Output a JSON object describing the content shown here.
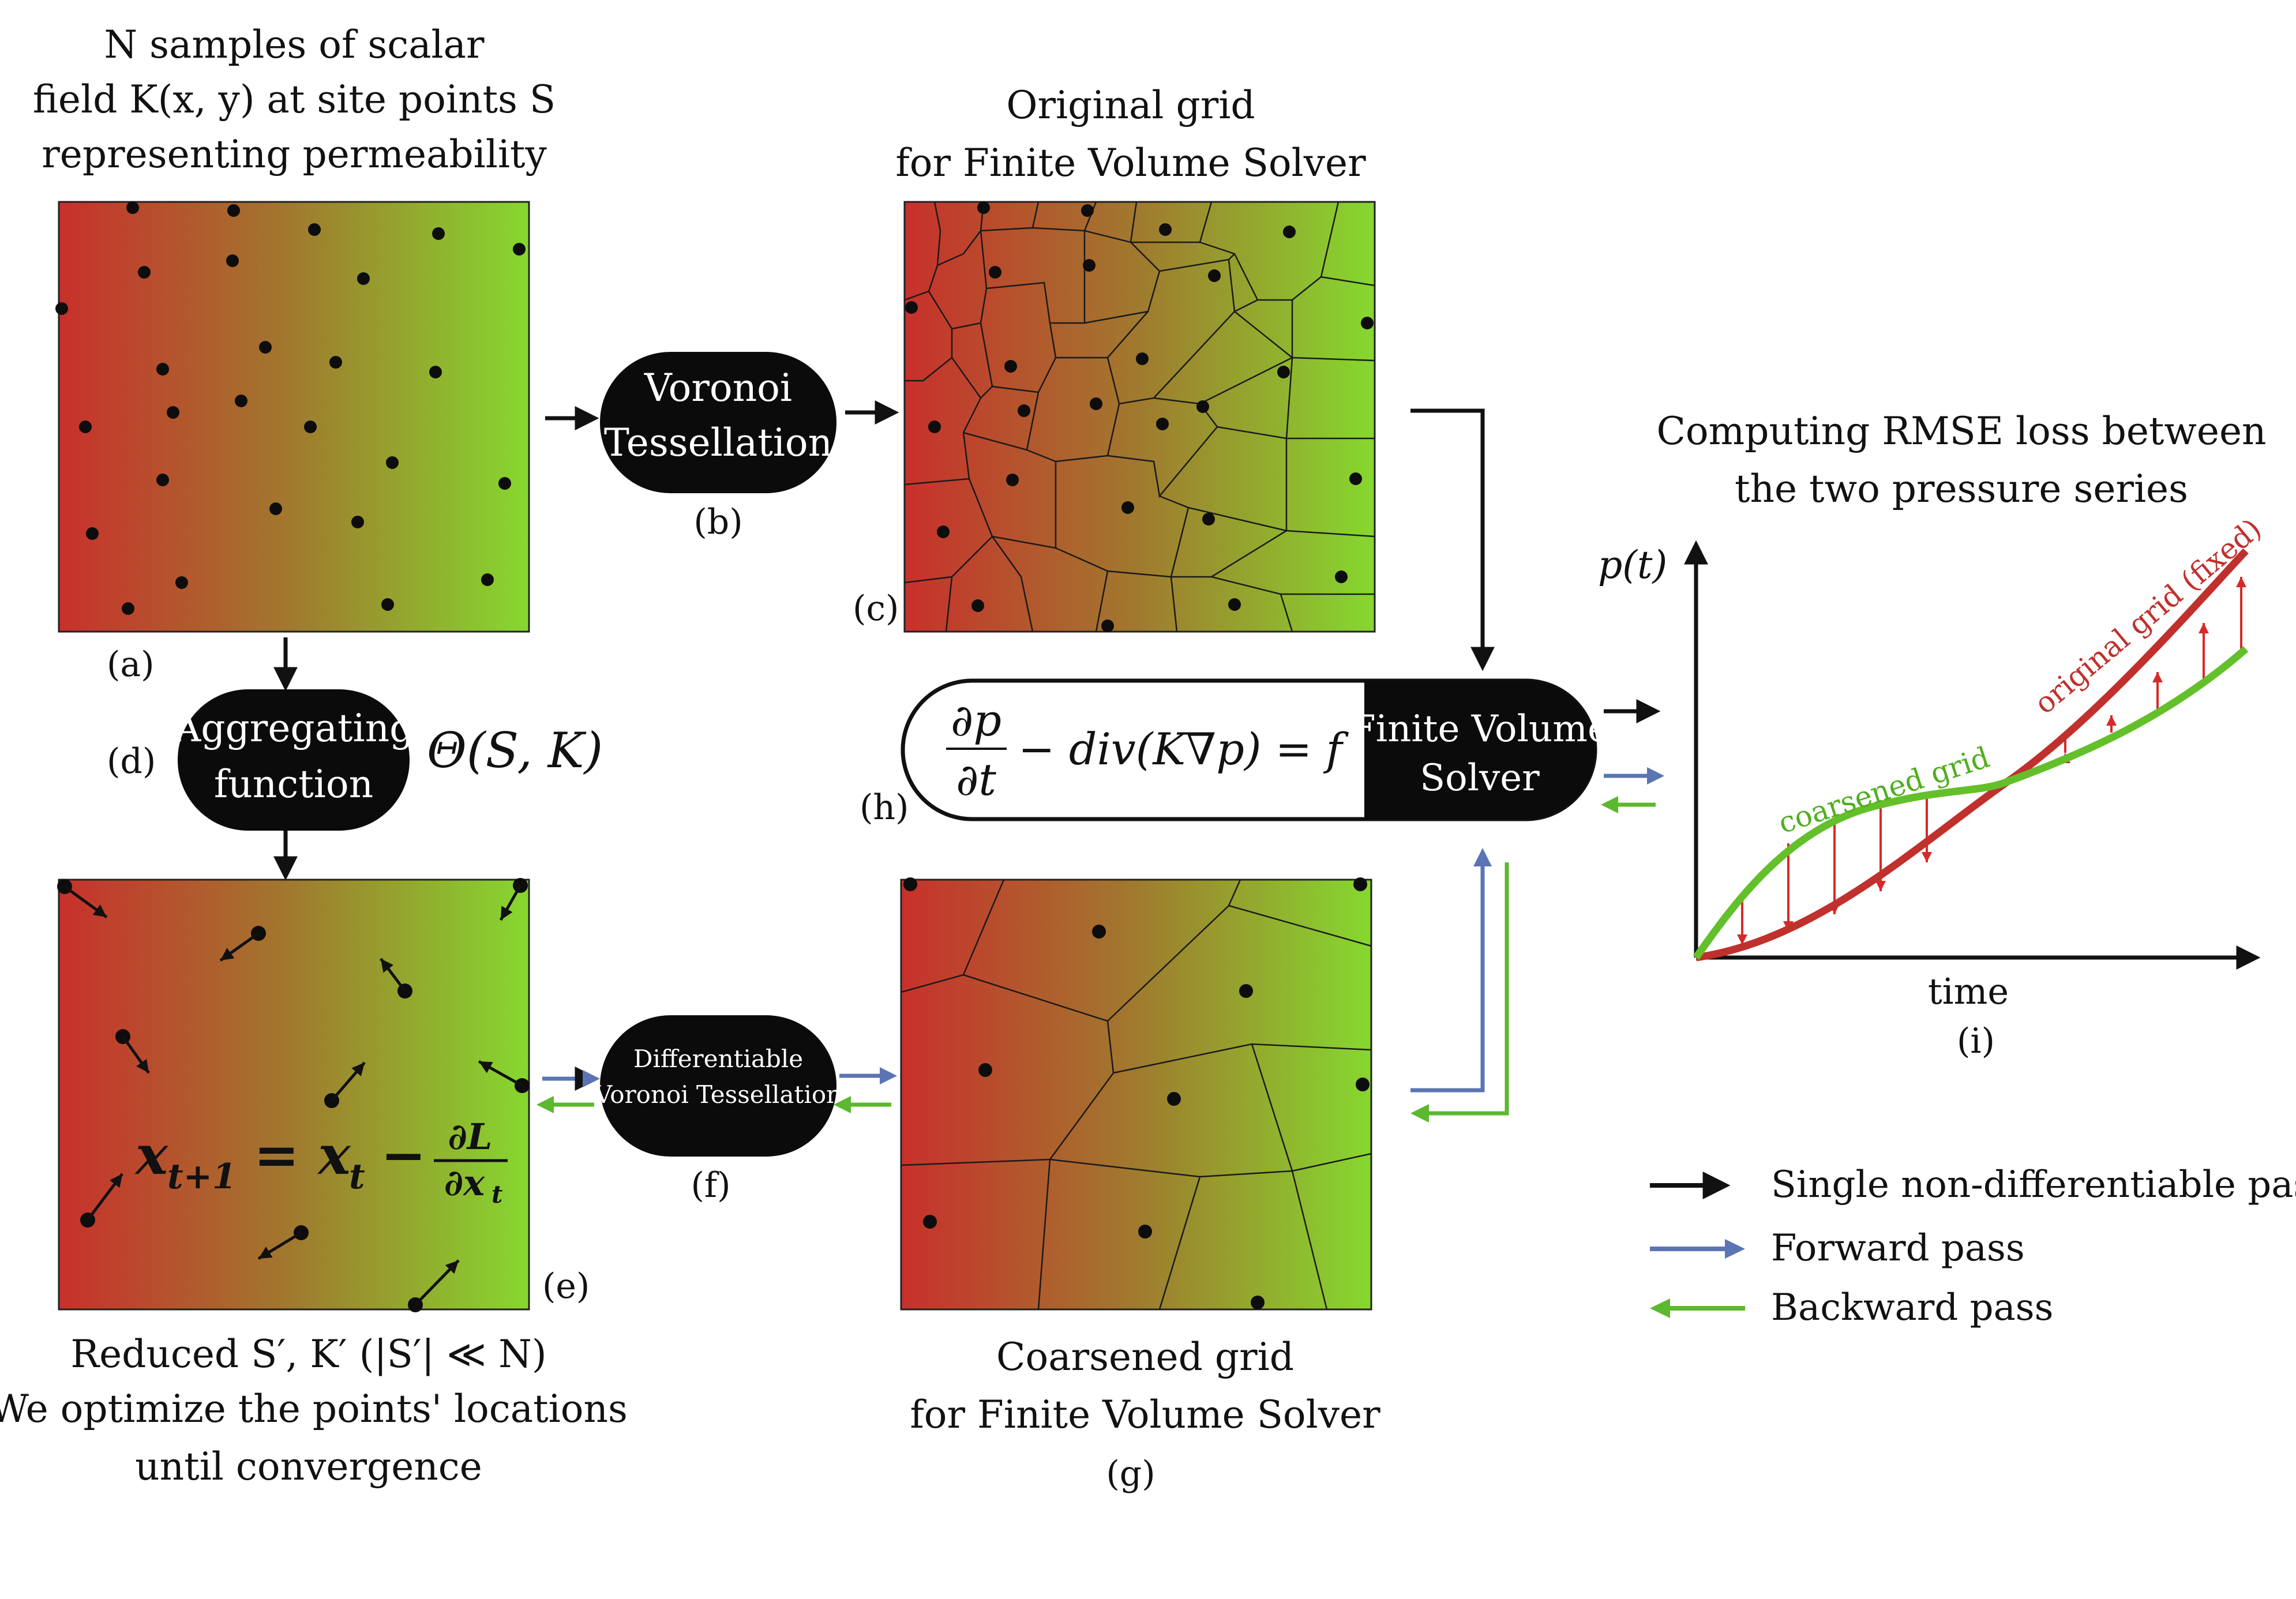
{
  "colors": {
    "gradient_left": "#c8302c",
    "gradient_mid": "#a07a2e",
    "gradient_right": "#86d82f",
    "black_arrow": "#111111",
    "forward_arrow": "#5b74b3",
    "backward_arrow": "#5cb82e",
    "original_curve": "#c0302c",
    "coarse_curve": "#63c02a"
  },
  "panel_a": {
    "caption_line1": "N samples of scalar",
    "caption_line2": "field K(x, y) at site points S",
    "caption_line3": "representing permeability",
    "label": "(a)"
  },
  "panel_b": {
    "pill_line1": "Voronoi",
    "pill_line2": "Tessellation",
    "label": "(b)"
  },
  "panel_c": {
    "title_line1": "Original grid",
    "title_line2": "for Finite Volume Solver",
    "label": "(c)"
  },
  "panel_d": {
    "pill_line1": "Aggregating",
    "pill_line2": "function",
    "label": "(d)",
    "math": "Θ(S, K)"
  },
  "panel_e": {
    "label": "(e)",
    "update_lhs": "x",
    "update_lhs_sub": "t+1",
    "update_eq": "= x",
    "update_eq_sub": "t",
    "update_minus": "−",
    "frac_num": "∂L",
    "frac_den": "∂x",
    "frac_den_sub": "t",
    "caption_line1": "Reduced S′, K′ (|S′| ≪ N)",
    "caption_line2": "We optimize the points' locations",
    "caption_line3": "until convergence"
  },
  "panel_f": {
    "pill_line1": "Differentiable",
    "pill_line2": "Voronoi Tessellation",
    "label": "(f)"
  },
  "panel_g": {
    "title_line1": "Coarsened grid",
    "title_line2": "for Finite Volume Solver",
    "label": "(g)"
  },
  "panel_h": {
    "label": "(h)",
    "frac_num": "∂p",
    "frac_den": "∂t",
    "equation_rest": "− div(K∇p) = f",
    "solver_line1": "Finite Volume",
    "solver_line2": "Solver"
  },
  "panel_i": {
    "title_line1": "Computing RMSE loss between",
    "title_line2": "the two pressure series",
    "y_axis": "p(t)",
    "x_axis": "time",
    "label": "(i)",
    "original_curve_label": "original grid (fixed)",
    "coarse_curve_label": "coarsened grid"
  },
  "legend": {
    "single": "Single non-differentiable pass",
    "forward": "Forward pass",
    "backward": "Backward pass"
  }
}
